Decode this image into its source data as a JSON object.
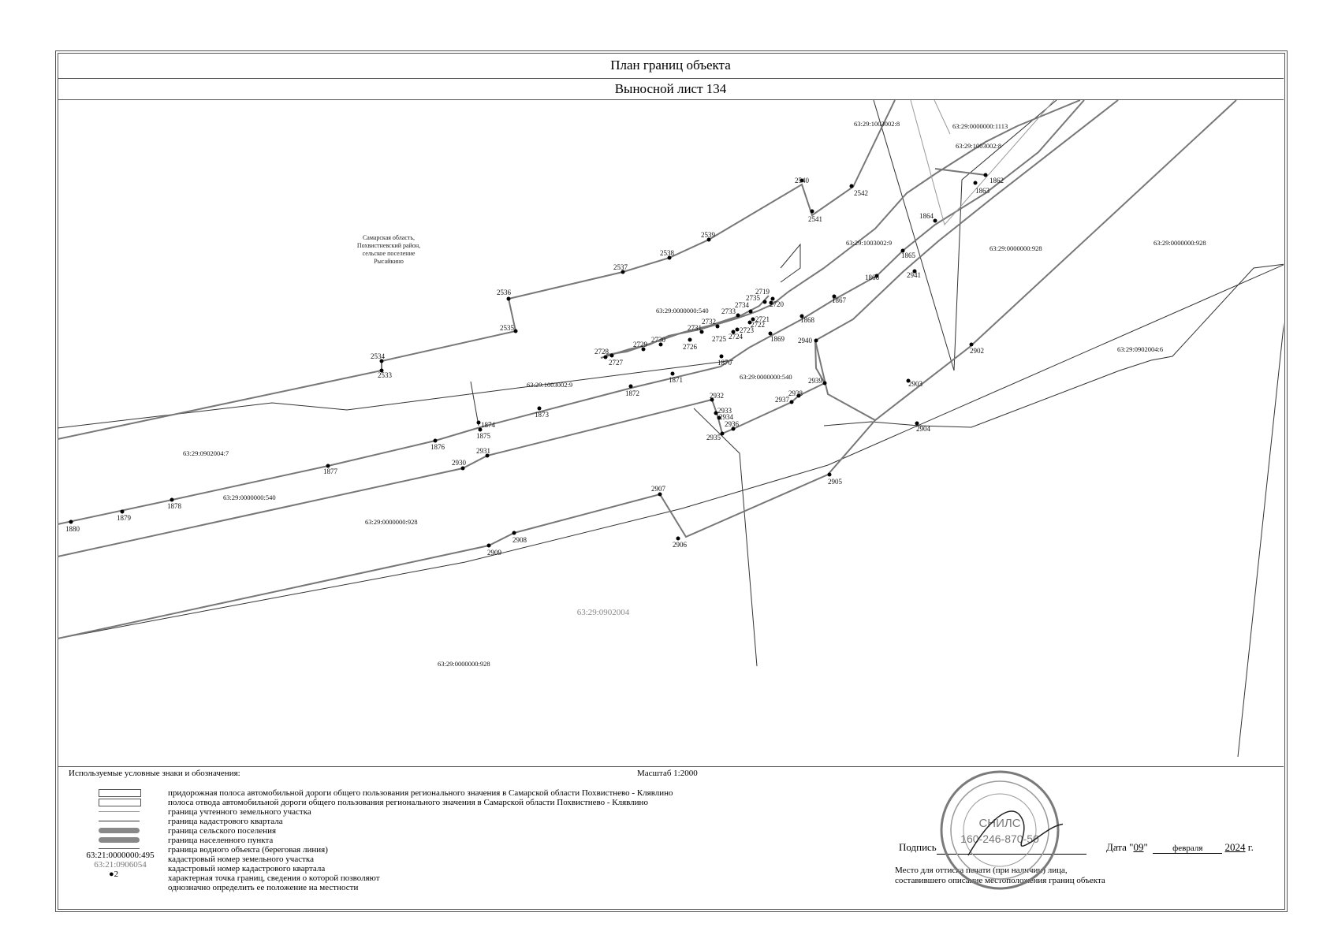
{
  "header": {
    "title": "План границ объекта",
    "sheet": "Выносной лист 134"
  },
  "map": {
    "region_label": [
      "Самарская область,",
      "Похвистневский район,",
      "сельское поселение",
      "Рысайкино"
    ],
    "quarter_label": "63:29:0902004",
    "parcels": [
      "63:29:1003002:8",
      "63:29:0000000:1113",
      "63:29:1003002:8",
      "63:29:1003002:9",
      "63:29:0000000:928",
      "63:29:0000000:928",
      "63:29:0000000:540",
      "63:29:1003002:9",
      "63:29:0000000:540",
      "63:29:0902004:6",
      "63:29:0902004:7",
      "63:29:0000000:540",
      "63:29:0000000:928",
      "63:29:0000000:928"
    ],
    "points": [
      "2540",
      "2542",
      "2541",
      "2539",
      "2538",
      "2537",
      "2536",
      "2535",
      "2534",
      "2533",
      "1862",
      "1863",
      "1864",
      "1865",
      "1866",
      "1867",
      "1868",
      "1869",
      "1870",
      "1871",
      "1872",
      "1873",
      "1874",
      "1875",
      "1876",
      "1877",
      "1878",
      "1879",
      "1880",
      "2719",
      "2735",
      "2720",
      "2734",
      "2733",
      "2721",
      "2722",
      "2732",
      "2723",
      "2731",
      "2724",
      "2725",
      "2730",
      "2726",
      "2729",
      "2728",
      "2727",
      "2941",
      "2940",
      "2939",
      "2938",
      "2937",
      "2932",
      "2933",
      "2934",
      "2936",
      "2935",
      "2931",
      "2930",
      "2902",
      "2903",
      "2904",
      "2905",
      "2907",
      "2906",
      "2908",
      "2909"
    ]
  },
  "legend": {
    "title": "Используемые условные знаки и обозначения:",
    "scale": "Масштаб 1:2000",
    "items": [
      "придорожная полоса автомобильной дороги общего пользования регионального значения в Самарской области Похвистнево - Клявлино",
      "полоса отвода автомобильной дороги общего пользования регионального значения в Самарской области Похвистнево - Клявлино",
      "граница учтенного земельного участка",
      "граница кадастрового квартала",
      "граница сельского поселения",
      "граница населенного пункта",
      "граница водного объекта (береговая линия)",
      "кадастровый номер земельного участка",
      "кадастровый номер кадастрового квартала",
      "характерная точка границ, сведения о которой позволяют",
      "однозначно определить ее положение на местности"
    ],
    "sample_parcel": "63:21:0000000:495",
    "sample_quarter": "63:21:0906054",
    "sample_point": "2"
  },
  "signature": {
    "label": "Подпись",
    "date_prefix": "Дата \"",
    "day": "09",
    "month": "февраля",
    "year": "2024",
    "year_suffix": "г.",
    "stamp_note": [
      "Место для оттиска печати (при наличии) лица,",
      "составившего описание местоположения границ объекта"
    ],
    "stamp_text": "СНИЛС",
    "stamp_number": "160-246-870-50"
  }
}
